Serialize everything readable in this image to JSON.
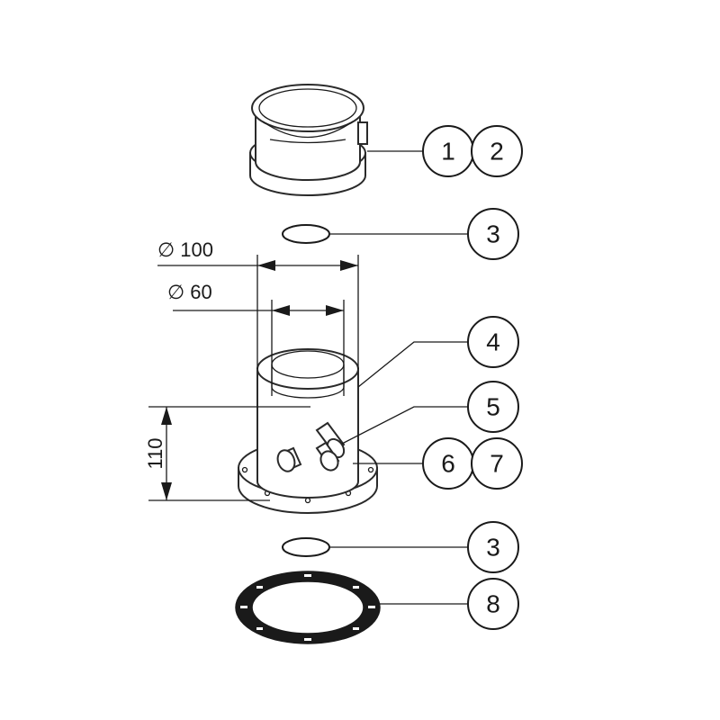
{
  "dimensions": {
    "outer_diameter": "∅ 100",
    "inner_diameter": "∅ 60",
    "height": "110"
  },
  "callouts": {
    "c1": "1",
    "c2": "2",
    "c3_top": "3",
    "c4": "4",
    "c5": "5",
    "c6": "6",
    "c7": "7",
    "c3_bottom": "3",
    "c8": "8"
  },
  "colors": {
    "line": "#1a1a1a",
    "background": "#ffffff"
  }
}
